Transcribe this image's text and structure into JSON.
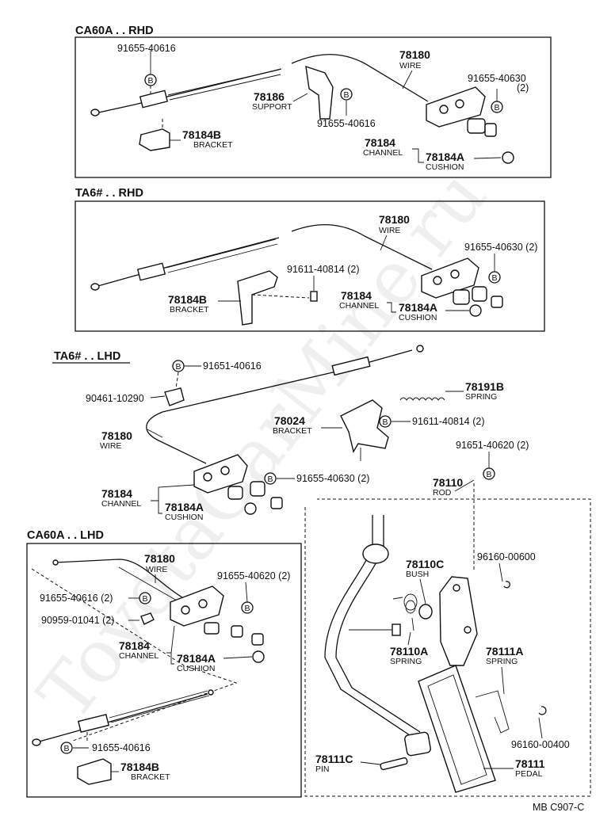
{
  "sections": {
    "s1": "CA60A . . RHD",
    "s2": "TA6# . . RHD",
    "s3": "TA6# . . LHD",
    "s4": "CA60A . . LHD"
  },
  "labels": {
    "s1_a": "91655-40616",
    "s1_b": "78180",
    "s1_b2": "WIRE",
    "s1_c": "91655-40630",
    "s1_c2": "(2)",
    "s1_d": "78186",
    "s1_d2": "SUPPORT",
    "s1_e": "91655-40616",
    "s1_f": "78184B",
    "s1_f2": "BRACKET",
    "s1_g": "78184",
    "s1_g2": "CHANNEL",
    "s1_h": "78184A",
    "s1_h2": "CUSHION",
    "s2_a": "78180",
    "s2_a2": "WIRE",
    "s2_b": "91655-40630 (2)",
    "s2_c": "91611-40814 (2)",
    "s2_d": "78184B",
    "s2_d2": "BRACKET",
    "s2_e": "78184",
    "s2_e2": "CHANNEL",
    "s2_f": "78184A",
    "s2_f2": "CUSHION",
    "s3_a": "91651-40616",
    "s3_b": "90461-10290",
    "s3_c": "78191B",
    "s3_c2": "SPRING",
    "s3_d": "78024",
    "s3_d2": "BRACKET",
    "s3_e": "91611-40814 (2)",
    "s3_f": "78180",
    "s3_f2": "WIRE",
    "s3_g": "91651-40620 (2)",
    "s3_h": "78110",
    "s3_h2": "ROD",
    "s3_i": "91655-40630 (2)",
    "s3_j": "78184",
    "s3_j2": "CHANNEL",
    "s3_k": "78184A",
    "s3_k2": "CUSHION",
    "p_a": "78110C",
    "p_a2": "BUSH",
    "p_b": "96160-00600",
    "p_c": "78110A",
    "p_c2": "SPRING",
    "p_d": "78111A",
    "p_d2": "SPRING",
    "p_e": "96160-00400",
    "p_f": "78111C",
    "p_f2": "PIN",
    "p_g": "78111",
    "p_g2": "PEDAL",
    "s4_a": "78180",
    "s4_a2": "WIRE",
    "s4_b": "91655-40620 (2)",
    "s4_c": "91655-40616 (2)",
    "s4_d": "90959-01041 (2)",
    "s4_e": "78184",
    "s4_e2": "CHANNEL",
    "s4_f": "78184A",
    "s4_f2": "CUSHION",
    "s4_g": "91655-40616",
    "s4_h": "78184B",
    "s4_h2": "BRACKET"
  },
  "bolt_marker": "B",
  "footer_code": "MB  C907-C",
  "watermark": "ToyotaCarMine.ru"
}
